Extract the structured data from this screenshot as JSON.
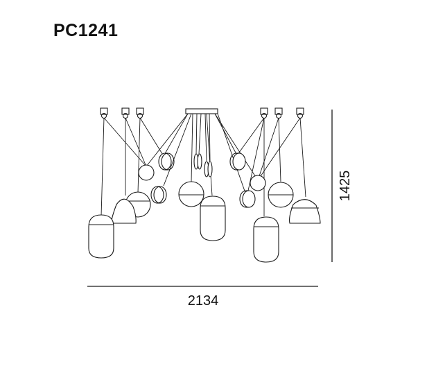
{
  "product_code": "PC1241",
  "dimensions": {
    "width": "2134",
    "height": "1425"
  },
  "colors": {
    "line": "#1a1a1a",
    "background": "#ffffff"
  }
}
